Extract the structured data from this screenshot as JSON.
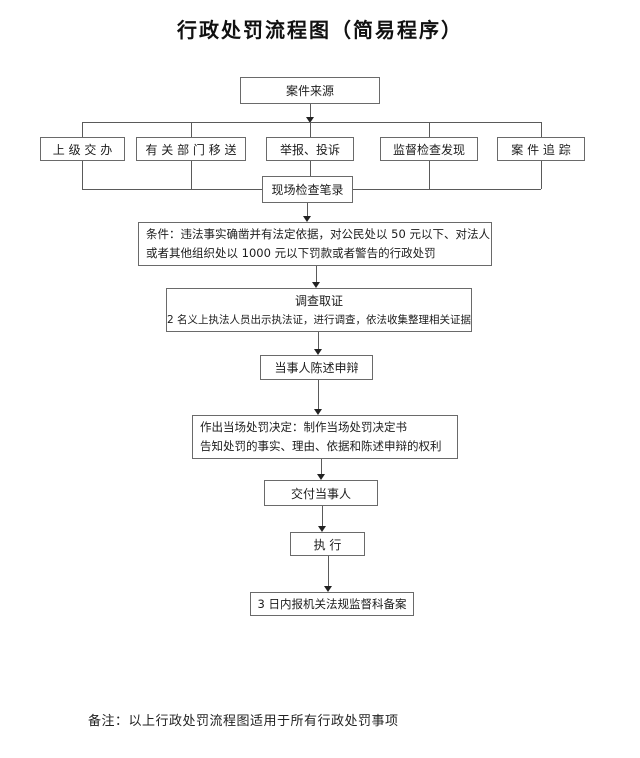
{
  "title": "行政处罚流程图（简易程序）",
  "nodes": {
    "case_source": {
      "label": "案件来源"
    },
    "sources": [
      {
        "label": "上 级 交 办"
      },
      {
        "label": "有 关 部 门 移 送"
      },
      {
        "label": "举报、投诉"
      },
      {
        "label": "监督检查发现"
      },
      {
        "label": "案 件 追 踪"
      }
    ],
    "site_record": {
      "label": "现场检查笔录"
    },
    "condition": {
      "line1": "条件：违法事实确凿并有法定依据，对公民处以 50 元以下、对法人",
      "line2": "或者其他组织处以 1000 元以下罚款或者警告的行政处罚"
    },
    "investigation": {
      "title": "调查取证",
      "detail": "2 名义上执法人员出示执法证，进行调查，依法收集整理相关证据"
    },
    "statement": {
      "label": "当事人陈述申辩"
    },
    "decision": {
      "line1": "作出当场处罚决定：制作当场处罚决定书",
      "line2": "告知处罚的事实、理由、依据和陈述申辩的权利"
    },
    "deliver": {
      "label": "交付当事人"
    },
    "execute": {
      "label": "执 行"
    },
    "filing": {
      "label": "3 日内报机关法规监督科备案"
    }
  },
  "note": "备注：以上行政处罚流程图适用于所有行政处罚事项"
}
